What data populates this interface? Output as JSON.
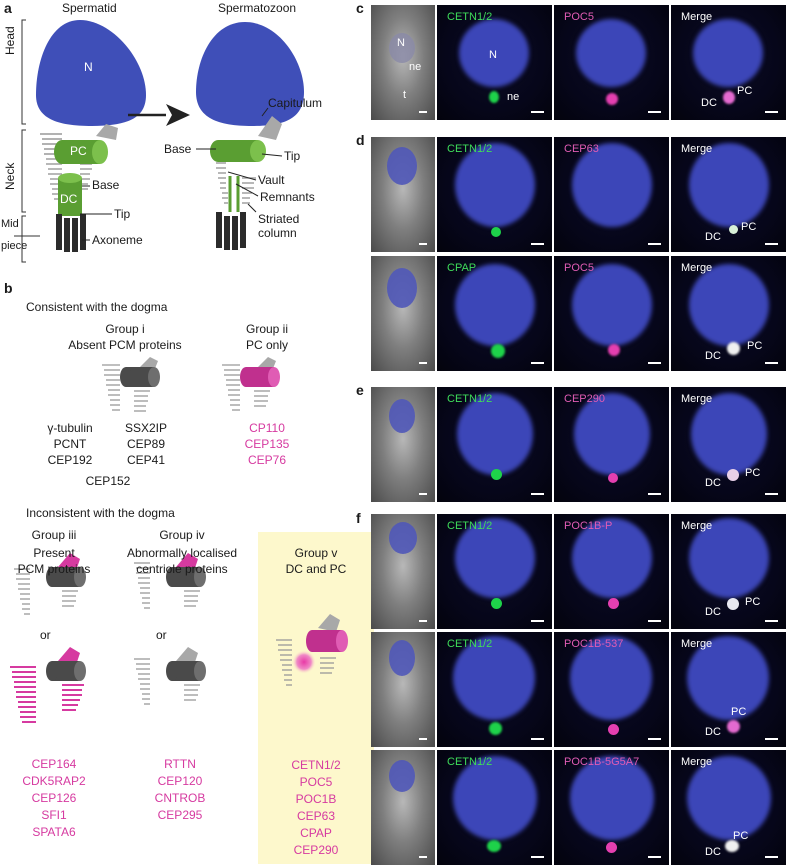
{
  "panel_a": {
    "label": "a",
    "spermatid_title": "Spermatid",
    "spermatozoon_title": "Spermatozoon",
    "region_head": "Head",
    "region_neck": "Neck",
    "region_mid": "Mid",
    "region_piece": "piece",
    "nucleus": "N",
    "pc": "PC",
    "dc": "DC",
    "labels_spermatid": [
      "Base",
      "Tip",
      "Axoneme"
    ],
    "labels_spermatozoon": [
      "Capitulum",
      "Base",
      "Tip",
      "Vault",
      "Remnants",
      "Striated",
      "column"
    ]
  },
  "panel_b": {
    "label": "b",
    "consistent_title": "Consistent with the dogma",
    "group_i_title": "Group i",
    "group_i_sub": "Absent PCM proteins",
    "group_i_col1": [
      "γ-tubulin",
      "PCNT",
      "CEP192"
    ],
    "group_i_col2": [
      "SSX2IP",
      "CEP89",
      "CEP41"
    ],
    "group_i_extra": "CEP152",
    "group_ii_title": "Group ii",
    "group_ii_sub": "PC only",
    "group_ii_list": [
      "CP110",
      "CEP135",
      "CEP76"
    ],
    "inconsistent_title": "Inconsistent with the dogma",
    "group_iii_title": "Group iii",
    "group_iii_sub1": "Present",
    "group_iii_sub2": "PCM proteins",
    "group_iii_list": [
      "CEP164",
      "CDK5RAP2",
      "CEP126",
      "SFI1",
      "SPATA6"
    ],
    "group_iv_title": "Group iv",
    "group_iv_sub1": "Abnormally localised",
    "group_iv_sub2": "centriole proteins",
    "group_iv_list": [
      "RTTN",
      "CEP120",
      "CNTROB",
      "CEP295"
    ],
    "group_v_title": "Group v",
    "group_v_sub": "DC and PC",
    "group_v_list": [
      "CETN1/2",
      "POC5",
      "POC1B",
      "CEP63",
      "CPAP",
      "CEP290"
    ],
    "or_text": "or"
  },
  "panel_c": {
    "label": "c",
    "green": "CETN1/2",
    "magenta": "POC5",
    "merge": "Merge",
    "bf_n": "N",
    "bf_ne": "ne",
    "bf_t": "t",
    "fl_n": "N",
    "fl_ne": "ne",
    "dc": "DC",
    "pc": "PC"
  },
  "panel_d": {
    "label": "d",
    "row1_green": "CETN1/2",
    "row1_magenta": "CEP63",
    "row2_green": "CPAP",
    "row2_magenta": "POC5",
    "merge": "Merge",
    "dc": "DC",
    "pc": "PC"
  },
  "panel_e": {
    "label": "e",
    "green": "CETN1/2",
    "magenta": "CEP290",
    "merge": "Merge",
    "dc": "DC",
    "pc": "PC"
  },
  "panel_f": {
    "label": "f",
    "row1_magenta": "POC1B-P",
    "row2_magenta": "POC1B-537",
    "row3_magenta": "POC1B-5G5A7",
    "green": "CETN1/2",
    "merge": "Merge",
    "dc": "DC",
    "pc": "PC"
  },
  "colors": {
    "nucleus_blue": "#3f4fb8",
    "centriole_green": "#5a9e32",
    "magenta": "#d63aa0",
    "group_v_bg": "#fdf8cc"
  }
}
